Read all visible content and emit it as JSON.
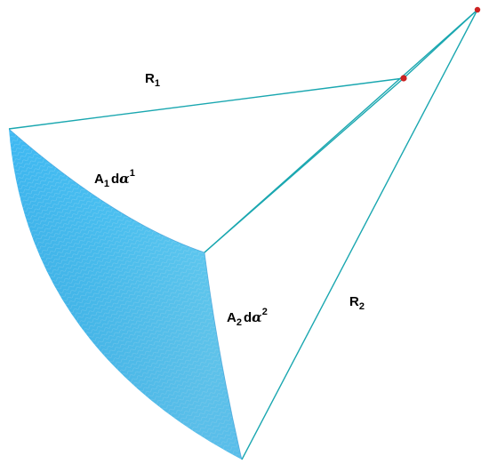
{
  "labels": {
    "r1": {
      "main": "R",
      "sub": "1"
    },
    "r2": {
      "main": "R",
      "sub": "2"
    },
    "a1": {
      "main": "A",
      "sub": "1",
      "d": "d",
      "greek": "α",
      "sup": "1"
    },
    "a2": {
      "main": "A",
      "sub": "2",
      "d": "d",
      "greek": "α",
      "sup": "2"
    }
  },
  "colors": {
    "line": "#1aa7b0",
    "surface_light": "#63d4fb",
    "surface_dark": "#1e9fe8",
    "center_dot": "#cc2222"
  }
}
